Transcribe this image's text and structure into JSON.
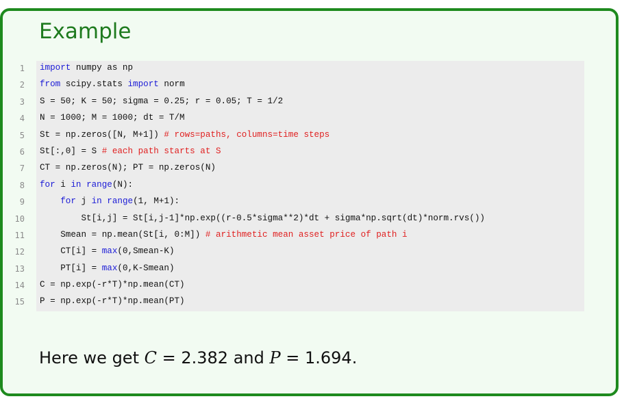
{
  "title": "Example",
  "code": [
    {
      "num": "1",
      "segments": [
        {
          "t": "import",
          "c": "kw"
        },
        {
          "t": " numpy as np",
          "c": ""
        }
      ]
    },
    {
      "num": "2",
      "segments": [
        {
          "t": "from",
          "c": "kw"
        },
        {
          "t": " scipy.stats ",
          "c": ""
        },
        {
          "t": "import",
          "c": "kw"
        },
        {
          "t": " norm",
          "c": ""
        }
      ]
    },
    {
      "num": "3",
      "segments": [
        {
          "t": "S = 50; K = 50; sigma = 0.25; r = 0.05; T = 1/2",
          "c": ""
        }
      ]
    },
    {
      "num": "4",
      "segments": [
        {
          "t": "N = 1000; M = 1000; dt = T/M",
          "c": ""
        }
      ]
    },
    {
      "num": "5",
      "segments": [
        {
          "t": "St = np.zeros([N, M+1]) ",
          "c": ""
        },
        {
          "t": "# rows=paths, columns=time steps",
          "c": "cm"
        }
      ]
    },
    {
      "num": "6",
      "segments": [
        {
          "t": "St[:,0] = S ",
          "c": ""
        },
        {
          "t": "# each path starts at S",
          "c": "cm"
        }
      ]
    },
    {
      "num": "7",
      "segments": [
        {
          "t": "CT = np.zeros(N); PT = np.zeros(N)",
          "c": ""
        }
      ]
    },
    {
      "num": "8",
      "segments": [
        {
          "t": "for",
          "c": "kw"
        },
        {
          "t": " i ",
          "c": ""
        },
        {
          "t": "in",
          "c": "kw"
        },
        {
          "t": " ",
          "c": ""
        },
        {
          "t": "range",
          "c": "kw"
        },
        {
          "t": "(N):",
          "c": ""
        }
      ]
    },
    {
      "num": "9",
      "segments": [
        {
          "t": "    ",
          "c": ""
        },
        {
          "t": "for",
          "c": "kw"
        },
        {
          "t": " j ",
          "c": ""
        },
        {
          "t": "in",
          "c": "kw"
        },
        {
          "t": " ",
          "c": ""
        },
        {
          "t": "range",
          "c": "kw"
        },
        {
          "t": "(1, M+1):",
          "c": ""
        }
      ]
    },
    {
      "num": "10",
      "segments": [
        {
          "t": "        St[i,j] = St[i,j-1]*np.exp((r-0.5*sigma**2)*dt + sigma*np.sqrt(dt)*norm.rvs())",
          "c": ""
        }
      ]
    },
    {
      "num": "11",
      "segments": [
        {
          "t": "    Smean = np.mean(St[i, 0:M]) ",
          "c": ""
        },
        {
          "t": "# arithmetic mean asset price of path i",
          "c": "cm"
        }
      ]
    },
    {
      "num": "12",
      "segments": [
        {
          "t": "    CT[i] = ",
          "c": ""
        },
        {
          "t": "max",
          "c": "kw"
        },
        {
          "t": "(0,Smean-K)",
          "c": ""
        }
      ]
    },
    {
      "num": "13",
      "segments": [
        {
          "t": "    PT[i] = ",
          "c": ""
        },
        {
          "t": "max",
          "c": "kw"
        },
        {
          "t": "(0,K-Smean)",
          "c": ""
        }
      ]
    },
    {
      "num": "14",
      "segments": [
        {
          "t": "C = np.exp(-r*T)*np.mean(CT)",
          "c": ""
        }
      ]
    },
    {
      "num": "15",
      "segments": [
        {
          "t": "P = np.exp(-r*T)*np.mean(PT)",
          "c": ""
        }
      ]
    }
  ],
  "result": {
    "prefix": "Here we get ",
    "var_c": "C",
    "eq1": " = 2.382 and ",
    "var_p": "P",
    "eq2": " = 1.694."
  }
}
